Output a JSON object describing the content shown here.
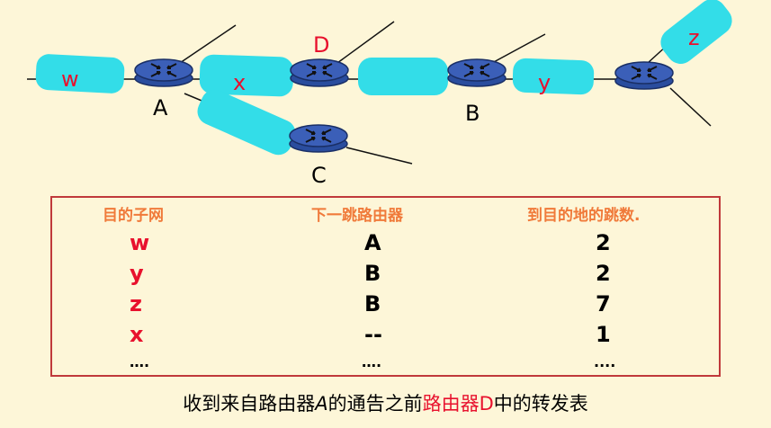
{
  "network": {
    "subnets": {
      "w": "w",
      "x": "x",
      "y": "y",
      "z": "z"
    },
    "routers": {
      "A": "A",
      "B": "B",
      "C": "C",
      "D": "D"
    }
  },
  "table": {
    "headers": {
      "dest": "目的子网",
      "next": "下一跳路由器",
      "hops": "到目的地的跳数."
    },
    "rows": [
      {
        "dest": "w",
        "next": "A",
        "hops": "2"
      },
      {
        "dest": "y",
        "next": "B",
        "hops": "2"
      },
      {
        "dest": "z",
        "next": "B",
        "hops": "7"
      },
      {
        "dest": "x",
        "next": "--",
        "hops": "1"
      },
      {
        "dest": "….",
        "next": "….",
        "hops": "...."
      }
    ]
  },
  "caption": {
    "part1": "收到来自路由器",
    "part2": "A",
    "part3": "的通告之前",
    "part4": "路由器D",
    "part5": "中的转发表"
  },
  "colors": {
    "accent_red": "#e8112d",
    "header_orange": "#f07a3a",
    "cloud": "#33dde8",
    "router": "#3b5fb8",
    "border": "#c0393b",
    "background": "#fdf6d8"
  },
  "icons": [
    "router-icon",
    "subnet-cloud"
  ]
}
